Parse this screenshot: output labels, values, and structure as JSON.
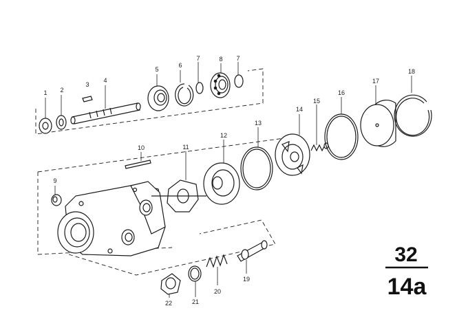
{
  "diagram": {
    "callouts": [
      "1",
      "2",
      "3",
      "4",
      "5",
      "6",
      "7",
      "8",
      "7",
      "9",
      "10",
      "11",
      "12",
      "13",
      "14",
      "15",
      "16",
      "17",
      "18",
      "19",
      "20",
      "21",
      "22"
    ],
    "reference": {
      "group": "32",
      "page": "14a"
    }
  }
}
